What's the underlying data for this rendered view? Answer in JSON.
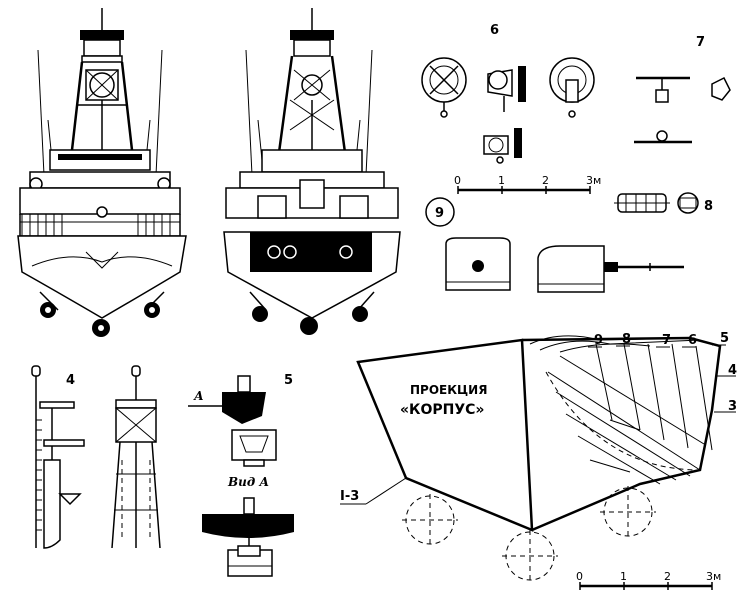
{
  "labels": {
    "l4": "4",
    "l5": "5",
    "l6": "6",
    "l7": "7",
    "l8": "8",
    "l9": "9",
    "arrowA": "А",
    "vidA": "Вид А",
    "hull_title_1": "ПРОЕКЦИЯ",
    "hull_title_2": "«КОРПУС»",
    "hull_numbers": [
      "9",
      "8",
      "7",
      "6",
      "5",
      "4",
      "3"
    ],
    "range": "I-3"
  },
  "scales": {
    "upper": [
      "0",
      "1",
      "2",
      "3м"
    ],
    "lower": [
      "0",
      "1",
      "2",
      "3м"
    ]
  }
}
